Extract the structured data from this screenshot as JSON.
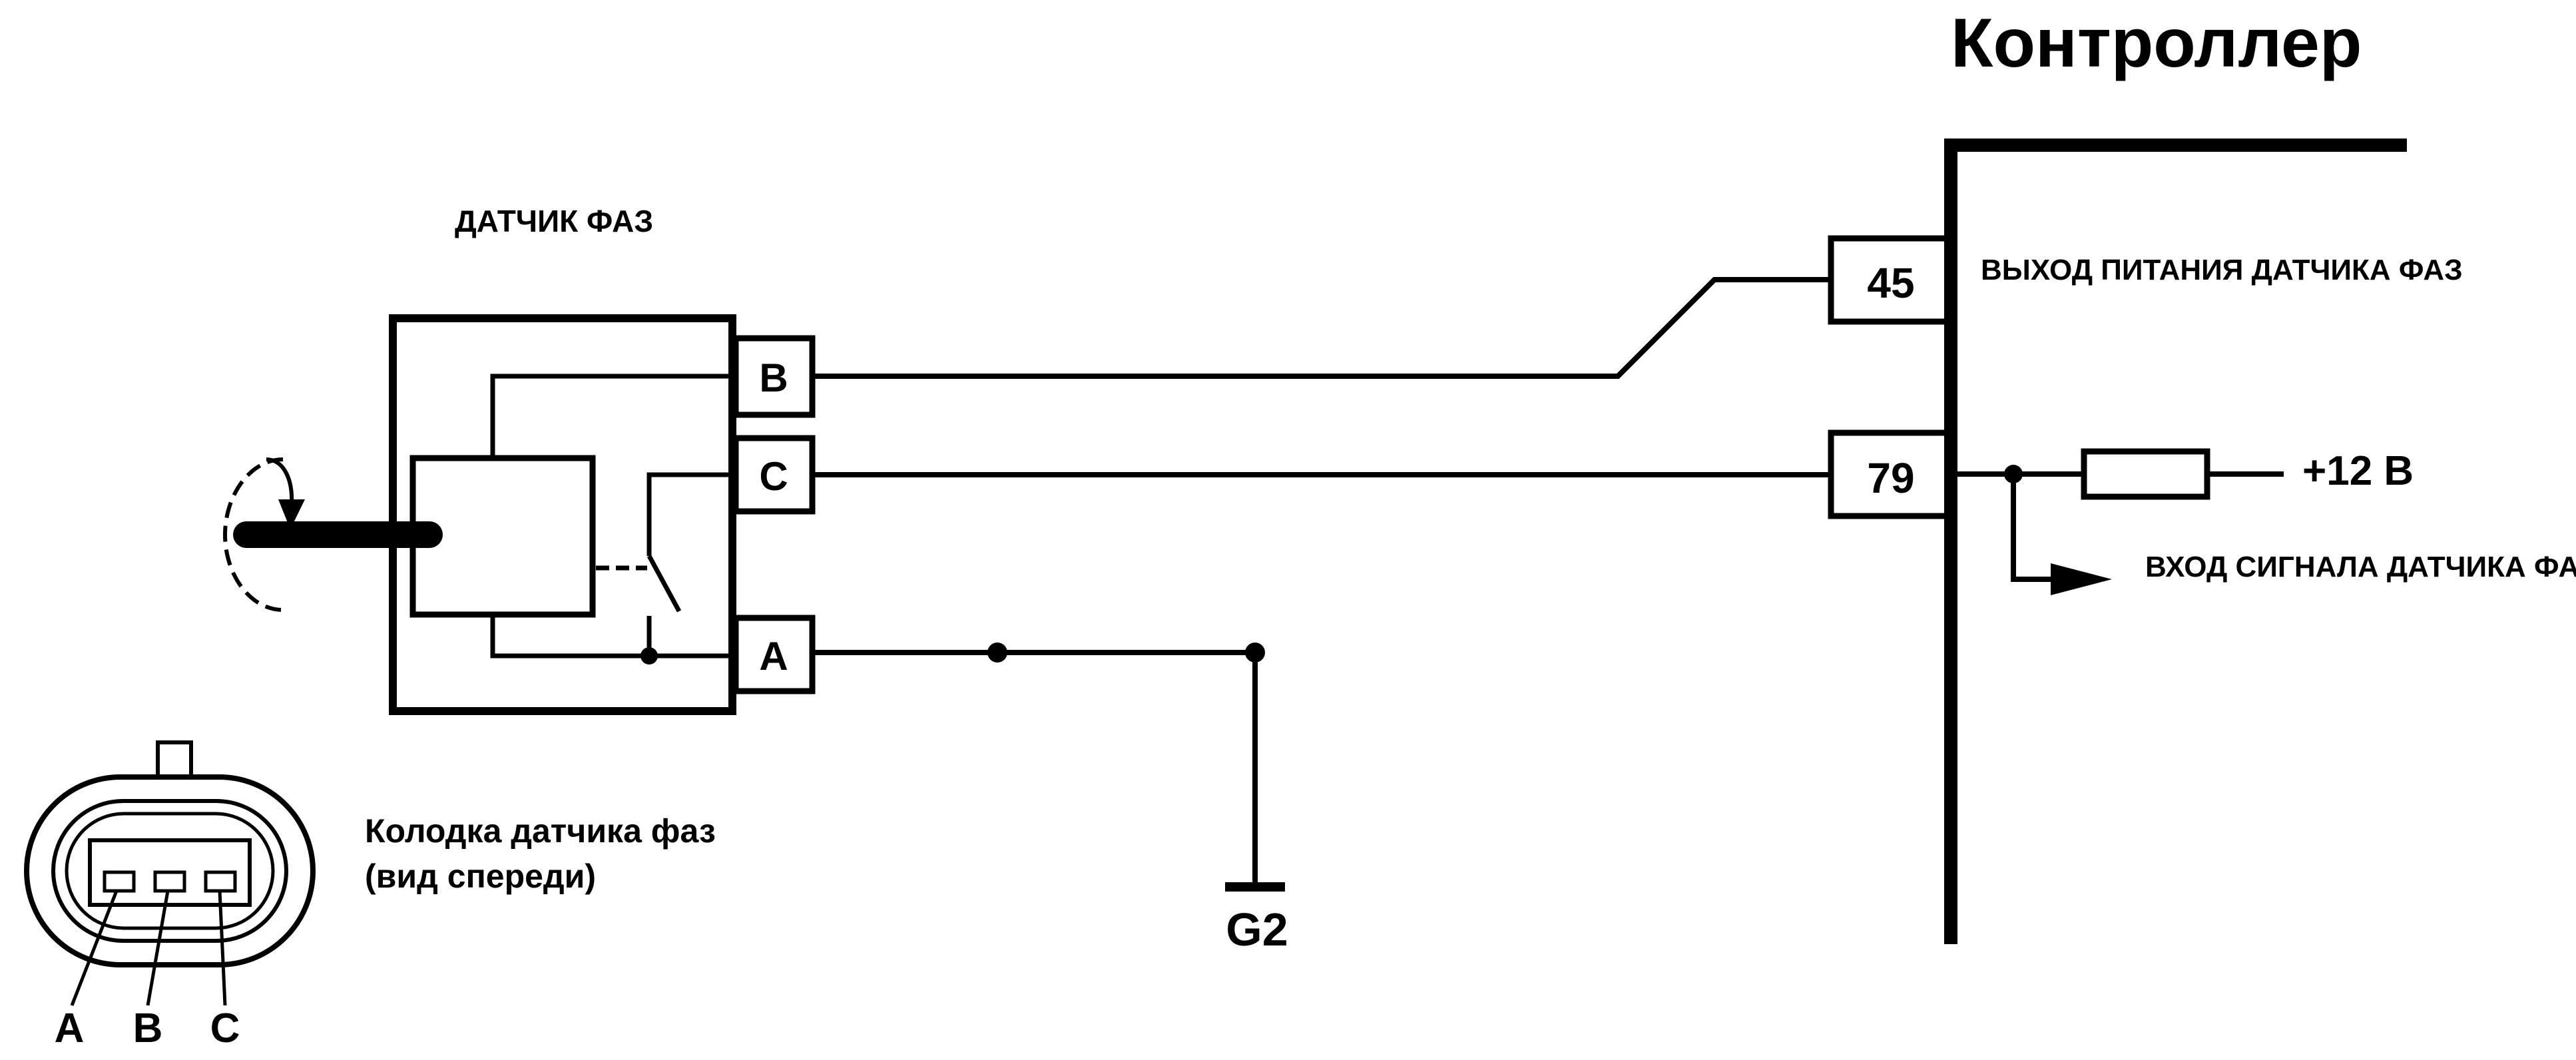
{
  "controller": {
    "title": "Контроллер"
  },
  "sensor": {
    "title": "ДАТЧИК ФАЗ"
  },
  "sensor_pins": {
    "b": "B",
    "c": "C",
    "a": "A"
  },
  "controller_pins": {
    "p45": {
      "number": "45",
      "label": "ВЫХОД ПИТАНИЯ ДАТЧИКА ФАЗ"
    },
    "p79": {
      "number": "79",
      "label": "ВХОД СИГНАЛА ДАТЧИКА ФАЗ"
    }
  },
  "supply": {
    "label": "+12 В"
  },
  "ground": {
    "label": "G2"
  },
  "connector": {
    "caption_line1": "Колодка датчика фаз",
    "caption_line2": "(вид спереди)",
    "pins": [
      "A",
      "B",
      "C"
    ]
  },
  "colors": {
    "ink": "#000000",
    "background": "#ffffff"
  }
}
